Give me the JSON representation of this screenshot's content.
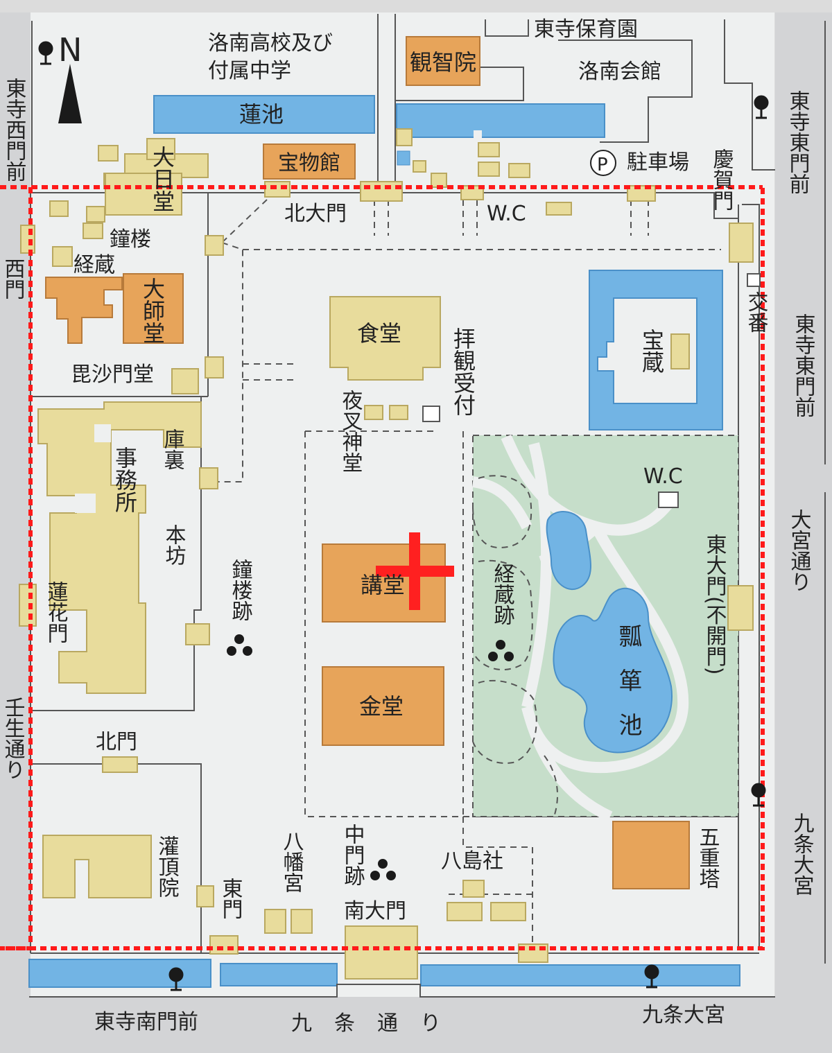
{
  "colors": {
    "ground": "#eef0f0",
    "road": "#d3d4d6",
    "building": "#e8dc9c",
    "building_stroke": "#b9a860",
    "temple": "#e7a45a",
    "temple_stroke": "#b77a3a",
    "temple_text": "#a0522d",
    "water": "#72b4e4",
    "water_stroke": "#4a90c8",
    "garden": "#c6deca",
    "wall": "#555555",
    "boundary": "#ff1a1a",
    "cross": "#ff2020"
  },
  "icons": {
    "north_arrow": "north-arrow-icon",
    "bus_stop": "bus-stop-icon",
    "parking": "parking-icon",
    "ruins": "ruins-marker-icon"
  },
  "labels": {
    "north": "N",
    "school": [
      "洛南高校及び",
      "付属中学"
    ],
    "nursery": "東寺保育園",
    "kanchiin": "観智院",
    "rakunan_hall": "洛南会館",
    "lotus_pond": "蓮池",
    "treasure_hall": "宝物館",
    "parking": "駐車場",
    "parking_symbol": "P",
    "keigamon": "慶賀門",
    "bus_east_top": "東寺東門前",
    "bus_west": "東寺西門前",
    "dainichido": "大日堂",
    "kitadaimon": "北大門",
    "wc_north": "W.C",
    "shoro": "鐘楼",
    "kyozo": "経蔵",
    "nishimon": "西門",
    "daishido": "大師堂",
    "bishamondo": "毘沙門堂",
    "jikido": "食堂",
    "reception": "拝観受付",
    "yashajindo": "夜叉神堂",
    "houzo": "宝蔵",
    "kouban": "交番",
    "bus_east_mid": "東寺東門前",
    "kuri": "庫裏",
    "jimusho": "事務所",
    "honbo": "本坊",
    "wc_garden": "W.C",
    "omiya": "大宮通り",
    "shoroato": "鐘楼跡",
    "kodo": "講堂",
    "kyozoato": "経蔵跡",
    "higashidaimon": "東大門(不開門)",
    "hyotan": "瓢箪池",
    "rengemon": "蓮花門",
    "mibu": "壬生通り",
    "kondo": "金堂",
    "kitamon": "北門",
    "kujo_omiya_right": "九条大宮",
    "gojunoto": "五重塔",
    "kanjoin": "灌頂院",
    "hachimangu": "八幡宮",
    "chumonato": "中門跡",
    "yashimasha": "八島社",
    "higashimon": "東門",
    "nandaimon": "南大門",
    "bus_south": "東寺南門前",
    "kujo_dori": "九条通り",
    "kujo_omiya_bottom": "九条大宮"
  }
}
